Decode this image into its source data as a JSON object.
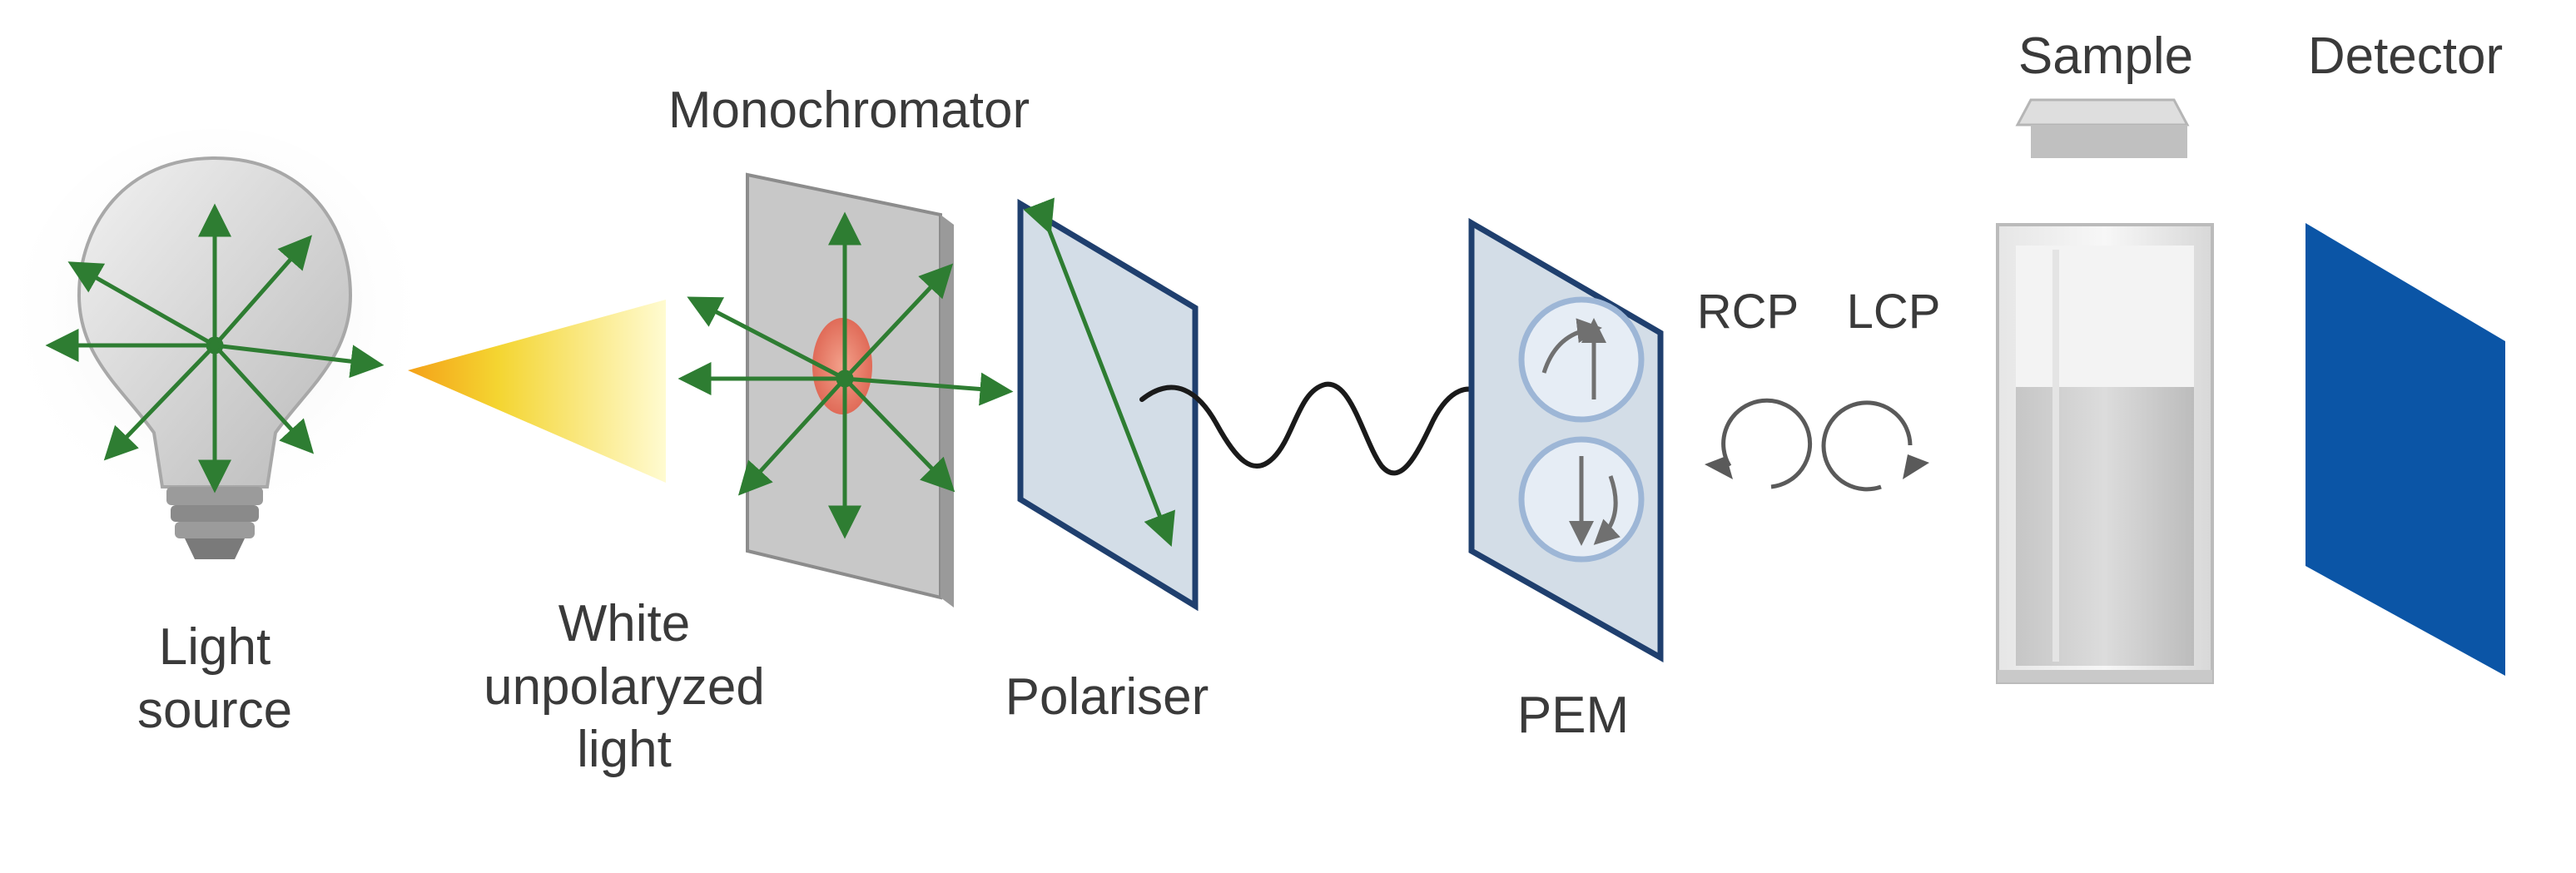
{
  "labels": {
    "light_source": [
      "Light",
      "source"
    ],
    "white_light": [
      "White",
      "unpolaryzed",
      "light"
    ],
    "monochromator": "Monochromator",
    "polariser": "Polariser",
    "pem": "PEM",
    "rcp": "RCP",
    "lcp": "LCP",
    "sample": "Sample",
    "detector": "Detector"
  },
  "colors": {
    "arrow_green": "#2e7d32",
    "detector_blue": "#0b55a6",
    "panel_frame": "#1f3f6e",
    "panel_fill": "#d3dde7",
    "beam_yellow": "#f5e94a",
    "beam_orange": "#f4a118"
  }
}
